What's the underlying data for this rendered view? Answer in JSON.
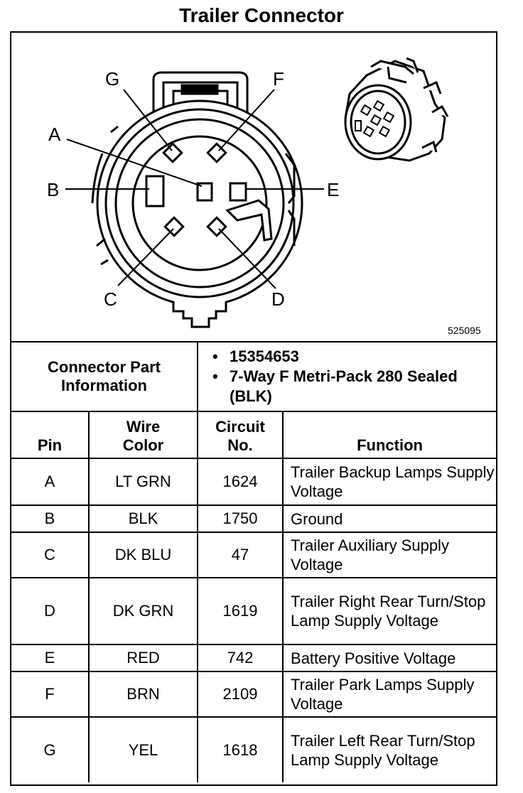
{
  "title": "Trailer Connector",
  "diagram": {
    "part_ref": "525095",
    "labels": {
      "A": "A",
      "B": "B",
      "C": "C",
      "D": "D",
      "E": "E",
      "F": "F",
      "G": "G"
    }
  },
  "connector_info": {
    "label": "Connector Part Information",
    "values": [
      "15354653",
      "7-Way F Metri-Pack 280 Sealed (BLK)"
    ]
  },
  "table": {
    "headers": {
      "pin": "Pin",
      "wire_color": "Wire Color",
      "circuit_no": "Circuit No.",
      "function": "Function"
    },
    "rows": [
      {
        "pin": "A",
        "wire_color": "LT GRN",
        "circuit": "1624",
        "function": "Trailer Backup Lamps Supply Voltage"
      },
      {
        "pin": "B",
        "wire_color": "BLK",
        "circuit": "1750",
        "function": "Ground"
      },
      {
        "pin": "C",
        "wire_color": "DK BLU",
        "circuit": "47",
        "function": "Trailer Auxiliary Supply Voltage"
      },
      {
        "pin": "D",
        "wire_color": "DK GRN",
        "circuit": "1619",
        "function": "Trailer Right Rear Turn/Stop Lamp Supply Voltage"
      },
      {
        "pin": "E",
        "wire_color": "RED",
        "circuit": "742",
        "function": "Battery Positive Voltage"
      },
      {
        "pin": "F",
        "wire_color": "BRN",
        "circuit": "2109",
        "function": "Trailer Park Lamps Supply Voltage"
      },
      {
        "pin": "G",
        "wire_color": "YEL",
        "circuit": "1618",
        "function": "Trailer Left Rear Turn/Stop Lamp Supply Voltage"
      }
    ]
  }
}
